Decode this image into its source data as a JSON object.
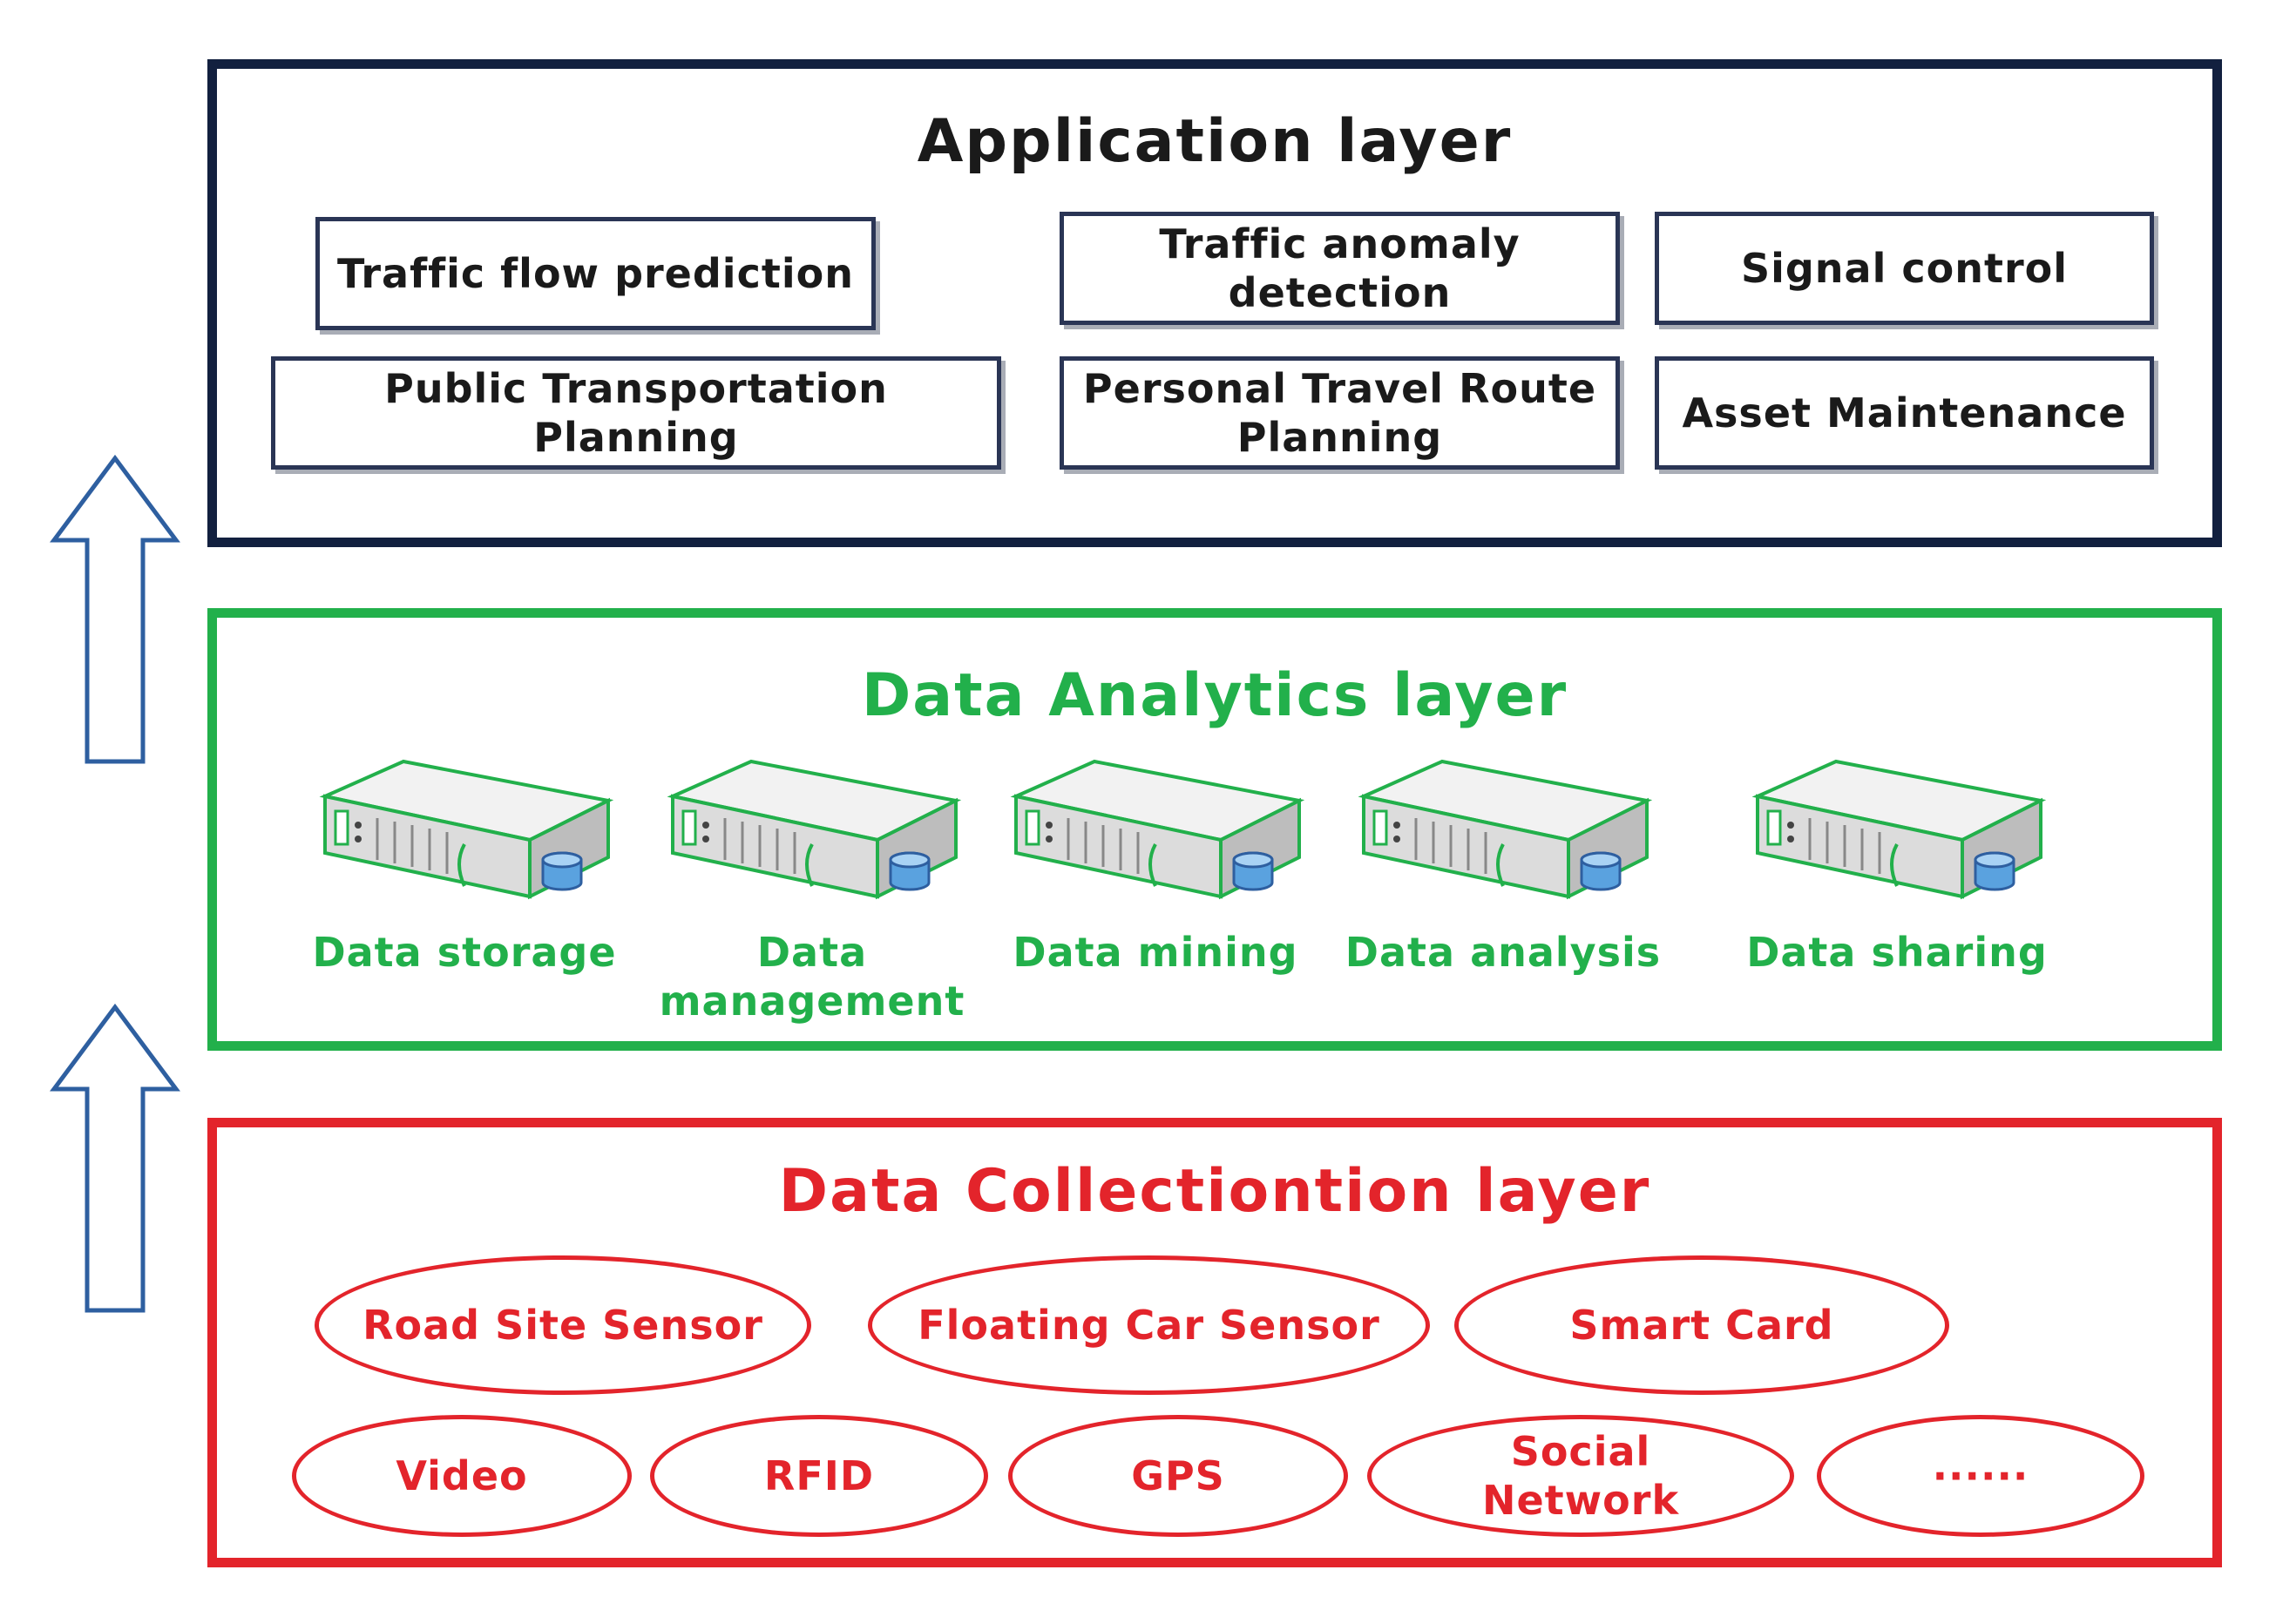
{
  "colors": {
    "application_border": "#12203f",
    "analytics": "#22b04b",
    "collection": "#e3242b",
    "arrow": "#2e5fa0"
  },
  "application_layer": {
    "title": "Application layer",
    "items": [
      "Traffic flow prediction",
      "Traffic anomaly detection",
      "Signal control",
      "Public Transportation Planning",
      "Personal Travel Route Planning",
      "Asset Maintenance"
    ]
  },
  "analytics_layer": {
    "title": "Data Analytics layer",
    "icon": "server-icon",
    "items": [
      "Data storage",
      "Data management",
      "Data mining",
      "Data analysis",
      "Data sharing"
    ]
  },
  "collection_layer": {
    "title": "Data Collectiontion layer",
    "items": [
      "Road Site Sensor",
      "Floating Car Sensor",
      "Smart Card",
      "Video",
      "RFID",
      "GPS",
      "Social Network",
      "······"
    ]
  },
  "arrows": [
    "up-arrow-icon",
    "up-arrow-icon"
  ]
}
